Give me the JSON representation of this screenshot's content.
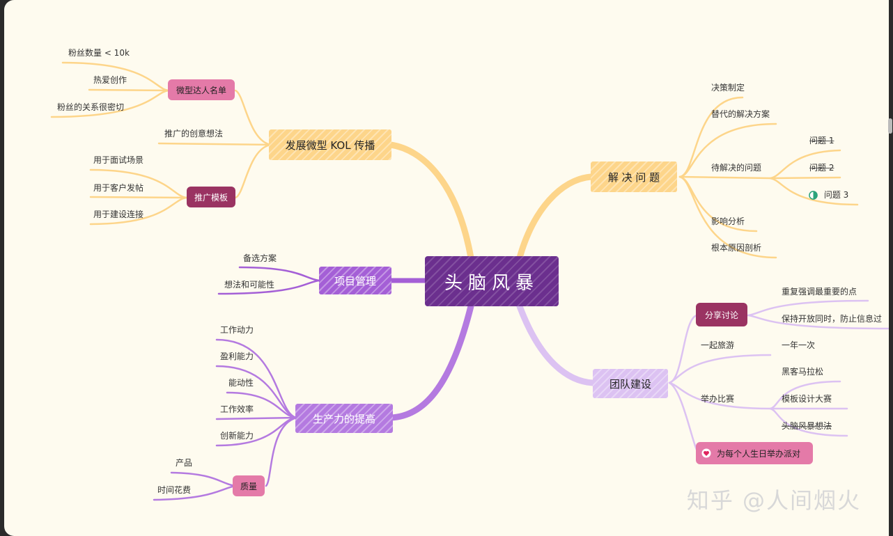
{
  "central": {
    "label": "头脑风暴"
  },
  "branches": {
    "kol": {
      "label": "发展微型 KOL 传播",
      "micro": {
        "label": "微型达人名单",
        "items": [
          "粉丝数量 < 10k",
          "热爱创作",
          "粉丝的关系很密切"
        ]
      },
      "idea": "推广的创意想法",
      "template": {
        "label": "推广模板",
        "items": [
          "用于面试场景",
          "用于客户发帖",
          "用于建设连接"
        ]
      }
    },
    "pm": {
      "label": "项目管理",
      "items": [
        "备选方案",
        "想法和可能性"
      ]
    },
    "prod": {
      "label": "生产力的提高",
      "items": [
        "工作动力",
        "盈利能力",
        "能动性",
        "工作效率",
        "创新能力"
      ],
      "quality": {
        "label": "质量",
        "items": [
          "产品",
          "时间花费"
        ]
      }
    },
    "solve": {
      "label": "解 决 问 题",
      "items": [
        "决策制定",
        "替代的解决方案"
      ],
      "pending": {
        "label": "待解决的问题",
        "items": [
          "问题 1",
          "问题 2",
          "问题 3"
        ]
      },
      "items2": [
        "影响分析",
        "根本原因剖析"
      ]
    },
    "team": {
      "label": "团队建设",
      "share": {
        "label": "分享讨论",
        "items": [
          "重复强调最重要的点",
          "保持开放同时，防止信息过"
        ]
      },
      "travel": {
        "label": "一起旅游",
        "item": "一年一次"
      },
      "contest": {
        "label": "举办比赛",
        "items": [
          "黑客马拉松",
          "模板设计大赛",
          "头脑风暴想法"
        ]
      },
      "party": "为每个人生日举办派对"
    }
  },
  "watermark": "知乎 @人间烟火",
  "colors": {
    "background": "#fefbef",
    "central": "#6b2f8e",
    "orange": "#fdd58a",
    "purple": "#a45fd6",
    "lavender": "#dcc2f2",
    "pink": "#e47aa8",
    "maroon": "#9a3362"
  }
}
